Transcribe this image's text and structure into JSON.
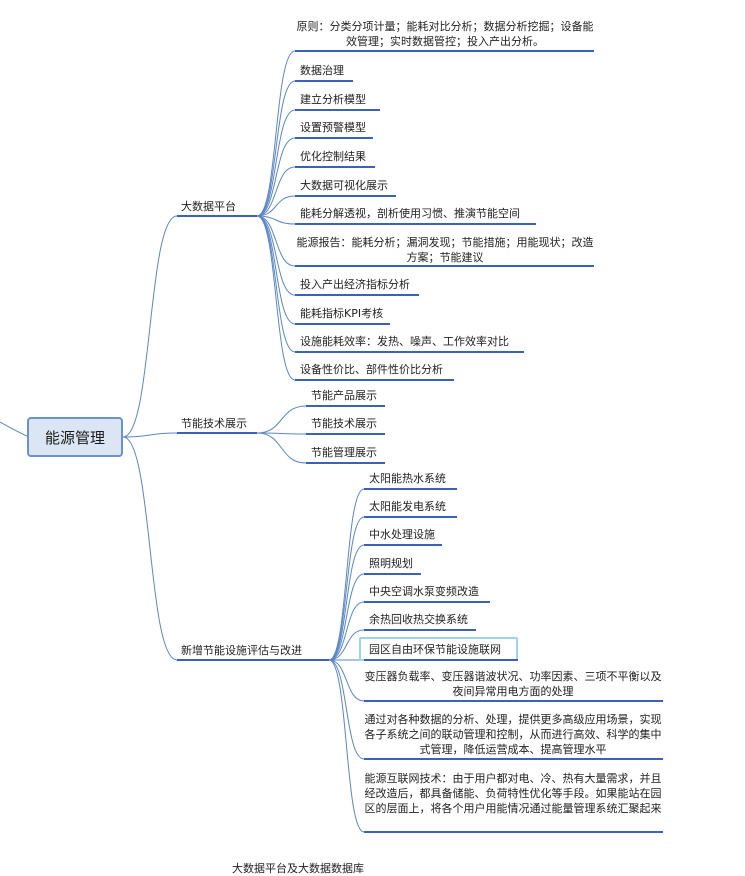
{
  "mindmap": {
    "root": "能源管理",
    "branches": [
      {
        "label": "大数据平台",
        "children": [
          "原则：分类分项计量；能耗对比分析；数据分析挖掘；设备能效管理；实时数据管控；投入产出分析。",
          "数据治理",
          "建立分析模型",
          "设置预警模型",
          "优化控制结果",
          "大数据可视化展示",
          "能耗分解透视，剖析使用习惯、推演节能空间",
          "能源报告：能耗分析；漏洞发现；节能措施；用能现状；改造方案；节能建议",
          "投入产出经济指标分析",
          "能耗指标KPI考核",
          "设施能耗效率：发热、噪声、工作效率对比",
          "设备性价比、部件性价比分析"
        ]
      },
      {
        "label": "节能技术展示",
        "children": [
          "节能产品展示",
          "节能技术展示",
          "节能管理展示"
        ]
      },
      {
        "label": "新增节能设施评估与改进",
        "children": [
          "太阳能热水系统",
          "太阳能发电系统",
          "中水处理设施",
          "照明规划",
          "中央空调水泵变频改造",
          "余热回收热交换系统",
          "园区自由环保节能设施联网",
          "变压器负载率、变压器谐波状况、功率因素、三项不平衡以及夜间异常用电方面的处理",
          "通过对各种数据的分析、处理，提供更多高级应用场景，实现各子系统之间的联动管理和控制，从而进行高效、科学的集中式管理，降低运营成本、提高管理水平",
          "能源互联网技术：由于用户都对电、冷、热有大量需求，并且经改造后，都具备储能、负荷特性优化等手段。如果能站在园区的层面上，将各个用户用能情况通过能量管理系统汇聚起来"
        ]
      }
    ],
    "footer_fragment": "大数据平台及大数据数据库"
  },
  "colors": {
    "connector": "#5b86c6",
    "underline": "#3a63b8",
    "root_fill": "#dbe5f3",
    "root_border": "#6a93cc",
    "selection_frame": "#9fd3ec"
  }
}
